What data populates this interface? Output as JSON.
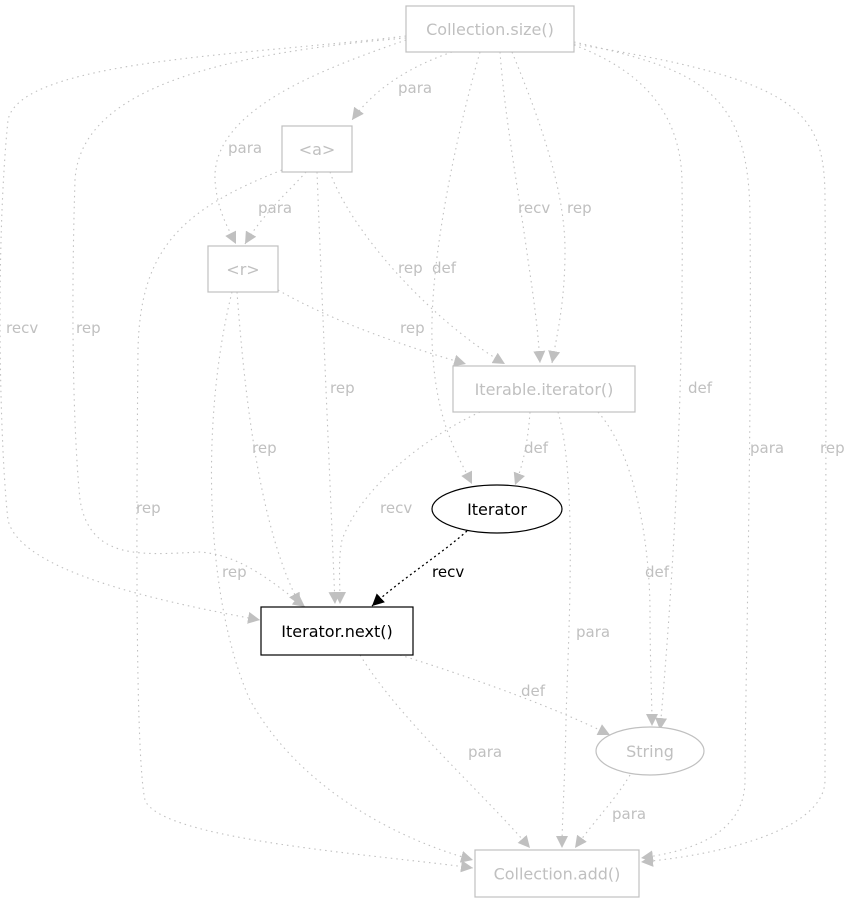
{
  "colors": {
    "faded": "#c0c0c0",
    "active": "#000000",
    "background": "#ffffff"
  },
  "nodes": [
    {
      "id": "size",
      "label": "Collection.size()",
      "shape": "box",
      "active": false
    },
    {
      "id": "a",
      "label": "<a>",
      "shape": "box",
      "active": false
    },
    {
      "id": "r",
      "label": "<r>",
      "shape": "box",
      "active": false
    },
    {
      "id": "iter_m",
      "label": "Iterable.iterator()",
      "shape": "box",
      "active": false
    },
    {
      "id": "iterator",
      "label": "Iterator",
      "shape": "ellipse",
      "active": true
    },
    {
      "id": "next",
      "label": "Iterator.next()",
      "shape": "box",
      "active": true
    },
    {
      "id": "string",
      "label": "String",
      "shape": "ellipse",
      "active": false
    },
    {
      "id": "add",
      "label": "Collection.add()",
      "shape": "box",
      "active": false
    }
  ],
  "edges": [
    {
      "id": "e1",
      "from": "size",
      "to": "a",
      "label": "para",
      "active": false
    },
    {
      "id": "e2",
      "from": "size",
      "to": "r",
      "label": "para",
      "active": false
    },
    {
      "id": "e3",
      "from": "a",
      "to": "r",
      "label": "para",
      "active": false
    },
    {
      "id": "e4",
      "from": "size",
      "to": "iterator",
      "label": "def",
      "active": false
    },
    {
      "id": "e5",
      "from": "size",
      "to": "iter_m",
      "label": "recv",
      "active": false
    },
    {
      "id": "e6",
      "from": "size",
      "to": "iter_m",
      "label": "rep",
      "active": false
    },
    {
      "id": "e7",
      "from": "a",
      "to": "iter_m",
      "label": "rep",
      "active": false
    },
    {
      "id": "e8",
      "from": "r",
      "to": "iter_m",
      "label": "rep",
      "active": false
    },
    {
      "id": "e9",
      "from": "size",
      "to": "next",
      "label": "recv",
      "active": false
    },
    {
      "id": "e10",
      "from": "size",
      "to": "next",
      "label": "rep",
      "active": false
    },
    {
      "id": "e11",
      "from": "a",
      "to": "next",
      "label": "rep",
      "active": false
    },
    {
      "id": "e12",
      "from": "r",
      "to": "next",
      "label": "rep",
      "active": false
    },
    {
      "id": "e13",
      "from": "iter_m",
      "to": "next",
      "label": "recv",
      "active": false
    },
    {
      "id": "e14",
      "from": "iter_m",
      "to": "iterator",
      "label": "def",
      "active": false
    },
    {
      "id": "e15",
      "from": "iterator",
      "to": "next",
      "label": "recv",
      "active": true
    },
    {
      "id": "e16",
      "from": "size",
      "to": "string",
      "label": "def",
      "active": false
    },
    {
      "id": "e17",
      "from": "iter_m",
      "to": "string",
      "label": "def",
      "active": false
    },
    {
      "id": "e18",
      "from": "next",
      "to": "string",
      "label": "def",
      "active": false
    },
    {
      "id": "e19",
      "from": "a",
      "to": "add",
      "label": "rep",
      "active": false
    },
    {
      "id": "e20",
      "from": "r",
      "to": "add",
      "label": "rep",
      "active": false
    },
    {
      "id": "e21",
      "from": "iter_m",
      "to": "add",
      "label": "para",
      "active": false
    },
    {
      "id": "e22",
      "from": "next",
      "to": "add",
      "label": "para",
      "active": false
    },
    {
      "id": "e23",
      "from": "string",
      "to": "add",
      "label": "para",
      "active": false
    },
    {
      "id": "e24",
      "from": "size",
      "to": "add",
      "label": "para",
      "active": false
    },
    {
      "id": "e25",
      "from": "size",
      "to": "add",
      "label": "rep",
      "active": false
    }
  ]
}
